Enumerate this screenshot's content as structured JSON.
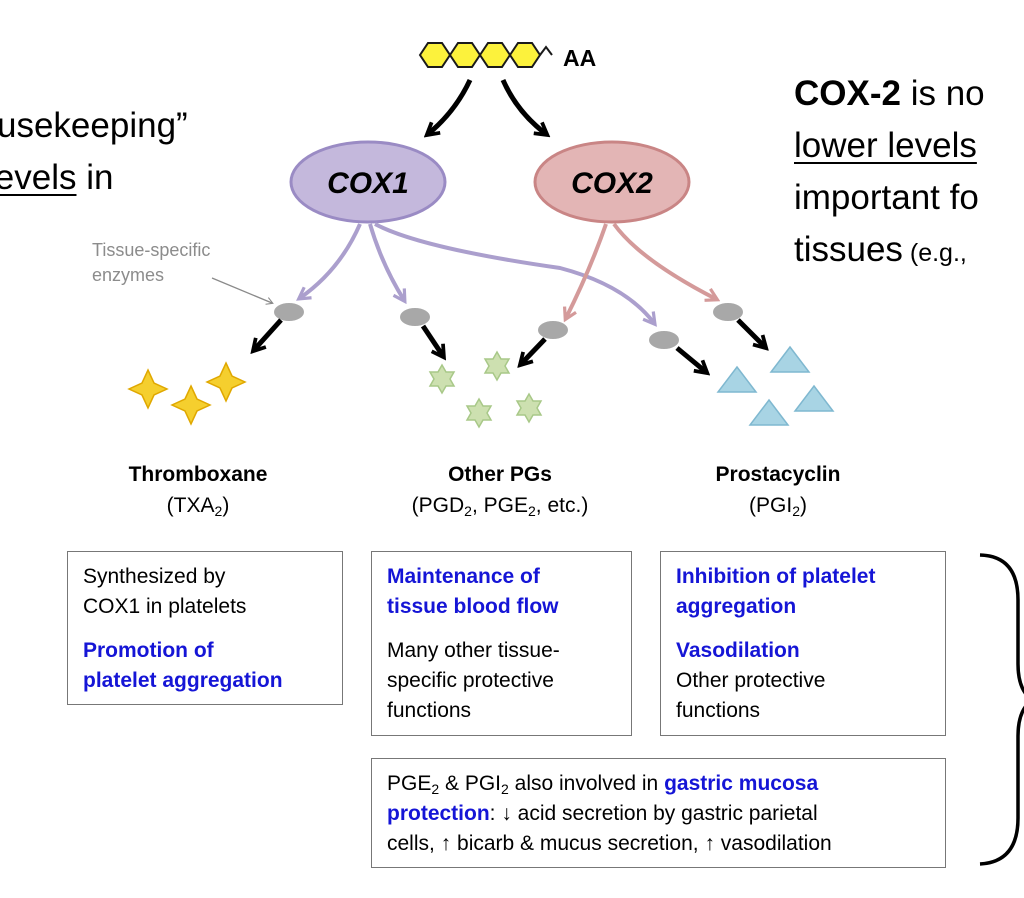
{
  "left_text": {
    "line1": "usekeeping”",
    "line2_underlined": "levels",
    "line2_rest": " in"
  },
  "right_text": {
    "line1_bold": "COX-2",
    "line1_rest": " is no",
    "line2_underlined": "lower levels",
    "line3": "important fo",
    "line4_main": "tissues",
    "line4_small": " (e.g.,"
  },
  "substrate_label": "AA",
  "enzymes": {
    "cox1": "COX1",
    "cox2": "COX2"
  },
  "annotation": {
    "line1": "Tissue-specific",
    "line2": "enzymes"
  },
  "products": [
    {
      "name": "Thromboxane",
      "sub_a": "(TXA",
      "sub_a_sub": "2",
      "sub_b": ")"
    },
    {
      "name": "Other PGs",
      "sub_a": "(PGD",
      "sub_a_sub": "2",
      "sub_b": ", PGE",
      "sub_b_sub": "2",
      "sub_c": ", etc.)"
    },
    {
      "name": "Prostacyclin",
      "sub_a": "(PGI",
      "sub_a_sub": "2",
      "sub_b": ")"
    }
  ],
  "boxes": {
    "thromboxane": {
      "line1": "Synthesized by",
      "line2": "COX1 in platelets",
      "blue1": "Promotion of",
      "blue2": "platelet aggregation"
    },
    "other_pgs": {
      "blue1": "Maintenance of",
      "blue2": "tissue blood flow",
      "line1": "Many other tissue-",
      "line2": "specific protective",
      "line3": "functions"
    },
    "prostacyclin": {
      "blue1": "Inhibition of platelet",
      "blue2": "aggregation",
      "blue3": "Vasodilation",
      "line1": "Other protective",
      "line2": "functions"
    },
    "gastric": {
      "t1": "PGE",
      "t1_sub": "2",
      "t2": " & PGI",
      "t2_sub": "2",
      "t3": " also involved in ",
      "blue1": "gastric mucosa",
      "blue2": "protection",
      "t4": ":  ↓ acid secretion by gastric parietal",
      "t5": "cells, ↑ bicarb & mucus secretion, ↑ vasodilation"
    }
  },
  "colors": {
    "cox1_fill": "#c4b8dc",
    "cox1_stroke": "#9a8bc4",
    "cox2_fill": "#e3b5b5",
    "cox2_stroke": "#c98585",
    "aa_fill": "#fcf23c",
    "thromboxane_star": "#f5cf2e",
    "other_pg_star": "#cde0b0",
    "prostacyclin_triangle": "#a8d4e4",
    "blue_text": "#1515d6",
    "enzyme_dot": "#a8a8a8"
  }
}
